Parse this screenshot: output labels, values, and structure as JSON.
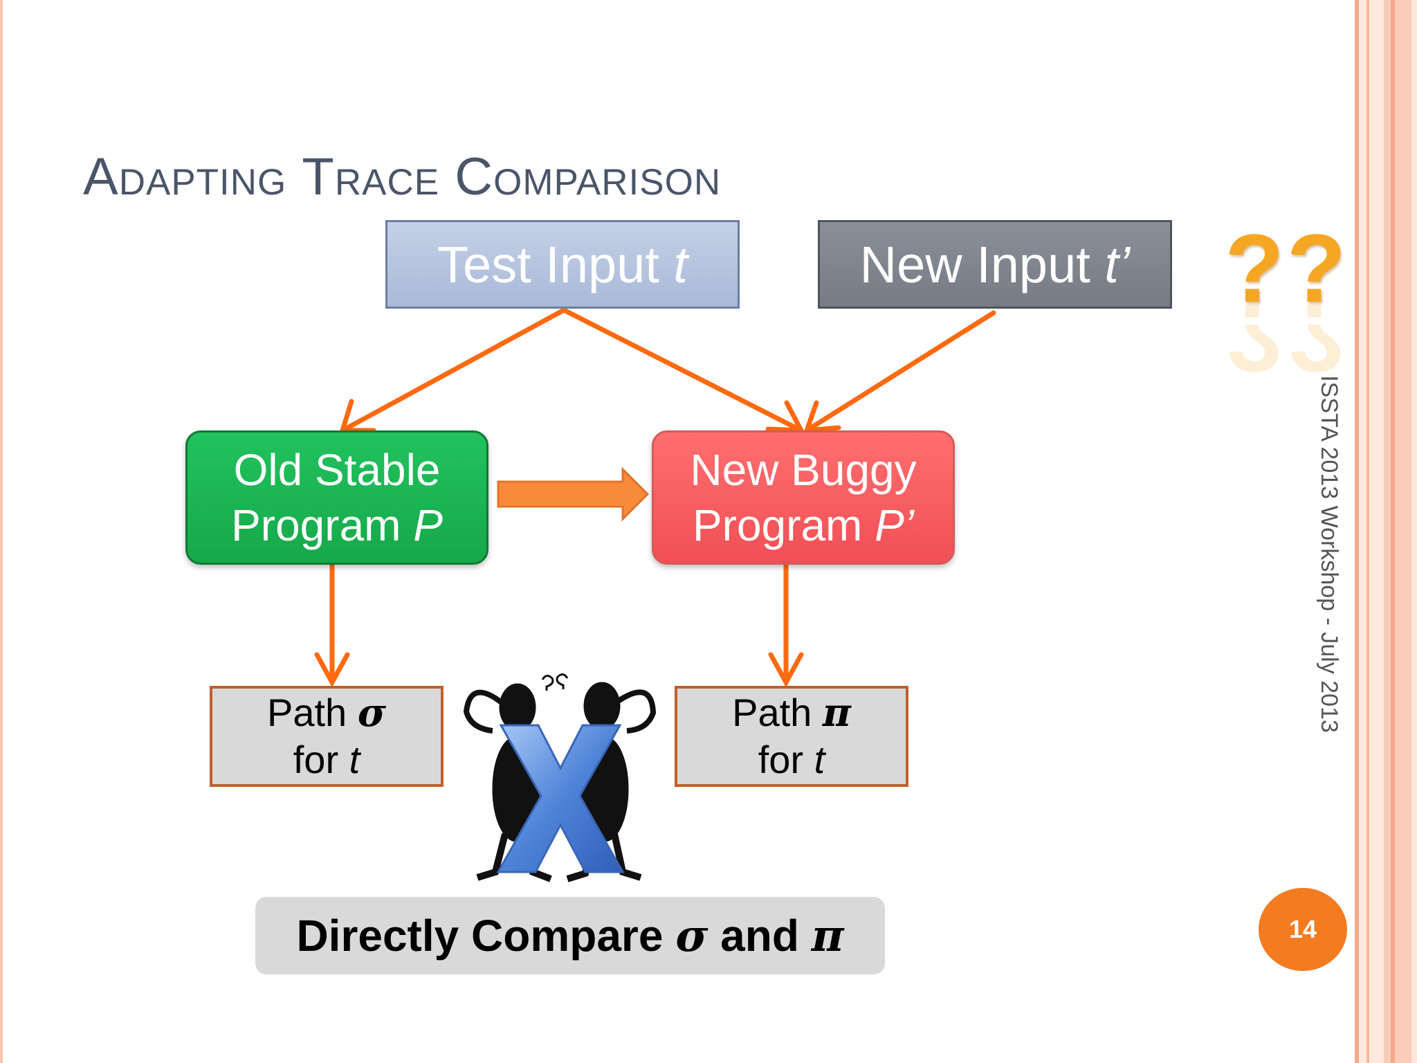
{
  "slide": {
    "title_initial1": "A",
    "title_rest1": "dapting ",
    "title_initial2": "T",
    "title_rest2": "race ",
    "title_initial3": "C",
    "title_rest3": "omparison",
    "side_label": "ISSTA 2013 Workshop - July 2013",
    "page_number": "14"
  },
  "nodes": {
    "test_input": {
      "text": "Test Input ",
      "var": "t"
    },
    "new_input": {
      "text": "New Input ",
      "var": "t’"
    },
    "old_program": {
      "line1": "Old Stable",
      "line2": "Program ",
      "var": "P"
    },
    "new_program": {
      "line1": "New Buggy",
      "line2": "Program ",
      "var": "P’"
    },
    "path_sigma": {
      "label": "Path ",
      "symbol": "σ",
      "line2": "for ",
      "var": "t"
    },
    "path_pi": {
      "label": "Path ",
      "symbol": "π",
      "line2": "for ",
      "var": "t"
    },
    "compare": {
      "text": "Directly Compare ",
      "sym1": "σ",
      "mid": " and ",
      "sym2": "π"
    }
  },
  "decorations": {
    "question_marks": "??",
    "cross_mark": "X",
    "puzzled_marks": "? ?",
    "colors": {
      "arrow": "#ff6a10",
      "question": "#f5a623",
      "cross": "#5a8ee0"
    }
  }
}
